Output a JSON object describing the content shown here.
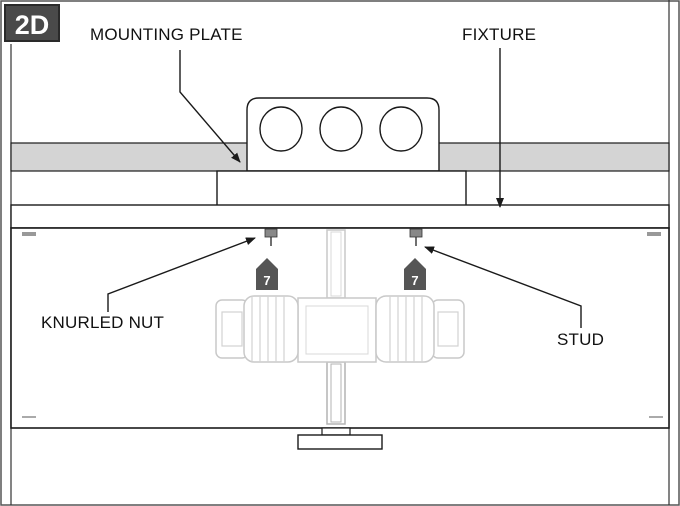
{
  "step_badge": "2D",
  "labels": {
    "mounting_plate": "MOUNTING PLATE",
    "fixture": "FIXTURE",
    "knurled_nut": "KNURLED NUT",
    "stud": "STUD"
  },
  "callouts": {
    "left_number": "7",
    "right_number": "7"
  },
  "colors": {
    "line": "#1a1a1a",
    "ceiling_band": "#d4d4d4",
    "ghost_part": "#b8b8b8",
    "callout_fill": "#555555",
    "badge_fill": "#4a4a4a"
  }
}
